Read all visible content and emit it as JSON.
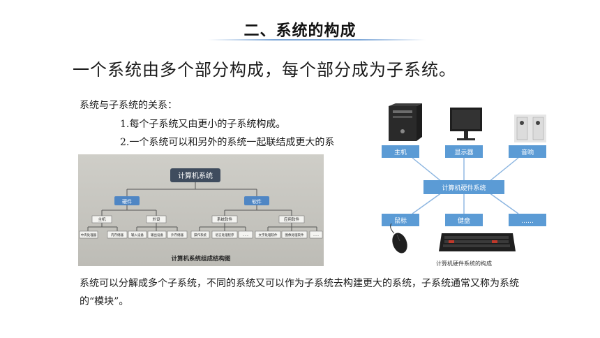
{
  "slide": {
    "title": "二、系统的构成",
    "headline": "一个系统由多个部分构成，每个部分成为子系统。",
    "relation_heading": "系统与子系统的关系：",
    "relation_items": [
      "1.每个子系统又由更小的子系统构成。",
      "2.一个系统可以和另外的系统一起联结成更大的系"
    ],
    "conclusion": "系统可以分解成多个子系统，不同的系统又可以作为子系统去构建更大的系统，子系统通常又称为系统的“模块”。"
  },
  "tree_photo": {
    "root": "计算机系统",
    "level1": [
      "硬件",
      "软件"
    ],
    "hardware_children": [
      "主机",
      "外设"
    ],
    "host_children": [
      "中央处理器",
      "内存储器"
    ],
    "peripheral_children": [
      "输入设备",
      "输出设备",
      "外存储器"
    ],
    "software_children": [
      "系统软件",
      "应用软件"
    ],
    "system_sw_children": [
      "操作系统",
      "语言处理程序",
      "……"
    ],
    "app_sw_children": [
      "文字处理软件",
      "图像处理软件",
      "……"
    ],
    "caption": "计算机系统组成结构图"
  },
  "hw_diagram": {
    "center": "计算机硬件系统",
    "nodes": [
      "主机",
      "显示器",
      "音响",
      "鼠标",
      "健盘",
      "……"
    ],
    "caption": "计算机硬件系统的构成",
    "colors": {
      "node": "#5b9bd5",
      "line": "#8ab4e0"
    }
  }
}
